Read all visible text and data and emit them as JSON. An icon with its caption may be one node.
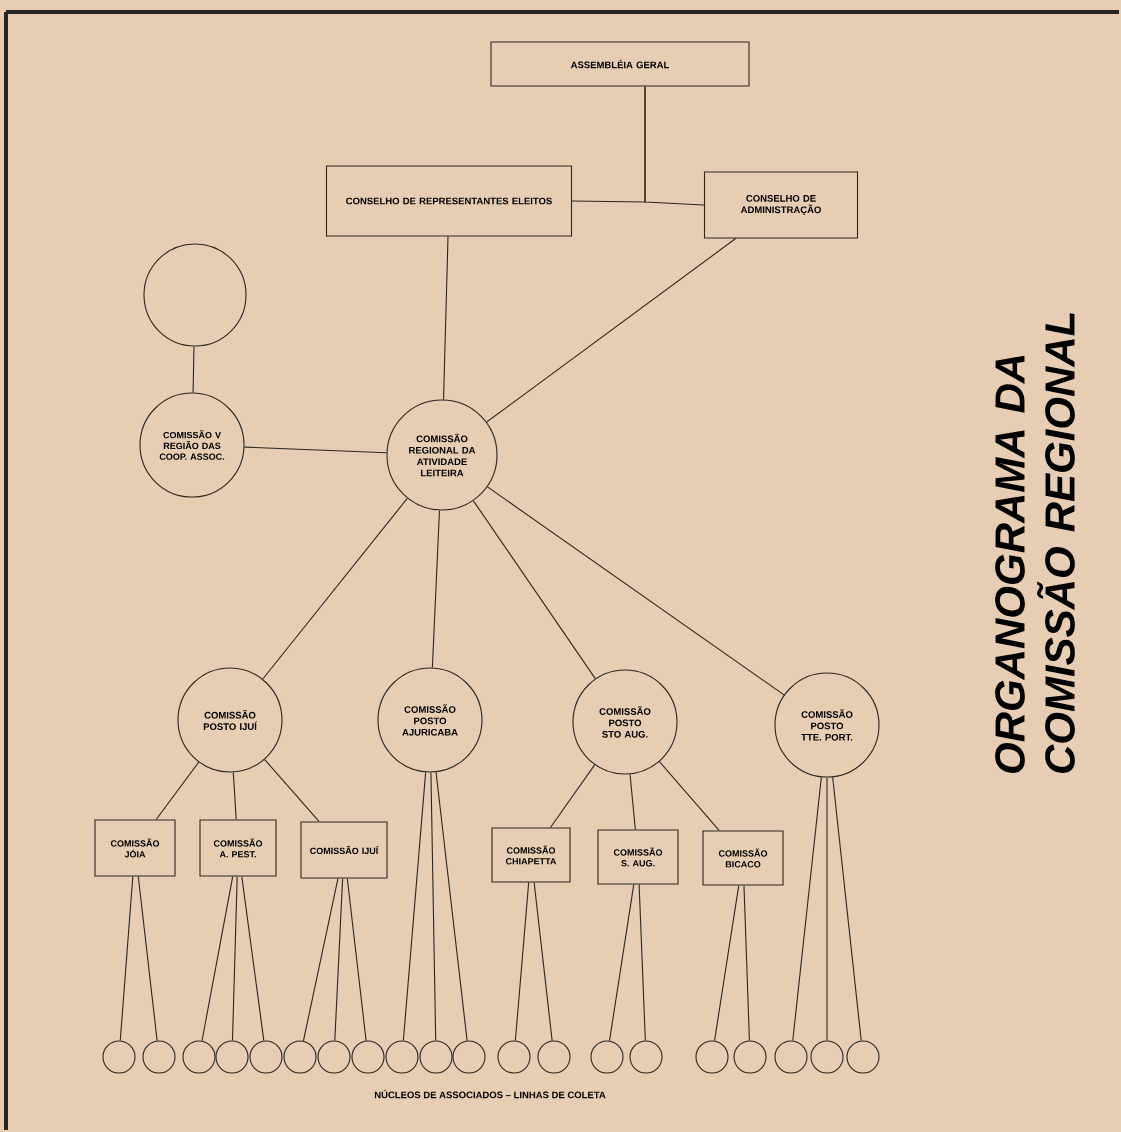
{
  "diagram": {
    "title": "ORGANOGRAMA DA COMISSÃO REGIONAL",
    "nodes": [
      {
        "text": [
          "ASSEMBLÉIA GERAL"
        ]
      },
      {
        "text": [
          "CONSELHO DE REPRESENTANTES ELEITOS"
        ]
      },
      {
        "text": [
          "CONSELHO DE ADMINISTRAÇÃO"
        ]
      },
      {
        "text": [],
        "shape": "circle"
      },
      {
        "text": [
          "COMISSÃO V REGIÃO DAS COOP. ASSOC."
        ]
      },
      {
        "text": [
          "COMISSÃO REGIONAL DA ATIVIDADE LEITEIRA"
        ]
      },
      {
        "text": [
          "COMISSÃO POSTO IJUÍ"
        ]
      },
      {
        "text": [
          "COMISSÃO POSTO AJURICABA"
        ]
      },
      {
        "text": [
          "COMISSÃO POSTO STO AUG."
        ]
      },
      {
        "text": [
          "COMISSÃO POSTO TTE. PORT."
        ]
      },
      {
        "text": [
          "COMISSÃO JÓIA"
        ]
      },
      {
        "text": [
          "COMISSÃO A. PEST."
        ]
      },
      {
        "text": [
          "COMISSÃO IJUÍ"
        ]
      },
      {
        "text": [
          "COMISSÃO CHIAPETTA"
        ]
      },
      {
        "text": [
          "COMISSÃO S. AUG."
        ]
      },
      {
        "text": [
          "COMISSÃO BICACO"
        ]
      },
      {
        "text": [],
        "shape": "circle"
      },
      {
        "text": [],
        "shape": "circle"
      },
      {
        "text": [],
        "shape": "circle"
      },
      {
        "text": [],
        "shape": "circle"
      },
      {
        "text": [],
        "shape": "circle"
      },
      {
        "text": [],
        "shape": "circle"
      },
      {
        "text": [],
        "shape": "circle"
      },
      {
        "text": [],
        "shape": "circle"
      },
      {
        "text": [],
        "shape": "circle"
      },
      {
        "text": [],
        "shape": "circle"
      },
      {
        "text": [],
        "shape": "circle"
      },
      {
        "text": [],
        "shape": "circle"
      },
      {
        "text": [],
        "shape": "circle"
      },
      {
        "text": [],
        "shape": "circle"
      },
      {
        "text": [],
        "shape": "circle"
      },
      {
        "text": [],
        "shape": "circle"
      },
      {
        "text": [],
        "shape": "circle"
      },
      {
        "text": [],
        "shape": "circle"
      },
      {
        "text": [],
        "shape": "circle"
      },
      {
        "text": [],
        "shape": "circle"
      }
    ],
    "edges": [
      {
        "from": 0,
        "to": 1,
        "arrow": "none"
      },
      {
        "from": 0,
        "to": 2,
        "arrow": "none"
      },
      {
        "from": 1,
        "to": 5,
        "arrow": "none"
      },
      {
        "from": 2,
        "to": 5,
        "arrow": "none"
      },
      {
        "from": 3,
        "to": 4,
        "arrow": "none"
      },
      {
        "from": 4,
        "to": 5,
        "arrow": "none"
      },
      {
        "from": 5,
        "to": 6,
        "arrow": "none"
      },
      {
        "from": 5,
        "to": 7,
        "arrow": "none"
      },
      {
        "from": 5,
        "to": 8,
        "arrow": "none"
      },
      {
        "from": 5,
        "to": 9,
        "arrow": "none"
      },
      {
        "from": 6,
        "to": 10,
        "arrow": "none"
      },
      {
        "from": 6,
        "to": 11,
        "arrow": "none"
      },
      {
        "from": 6,
        "to": 12,
        "arrow": "none"
      },
      {
        "from": 8,
        "to": 13,
        "arrow": "none"
      },
      {
        "from": 8,
        "to": 14,
        "arrow": "none"
      },
      {
        "from": 8,
        "to": 15,
        "arrow": "none"
      },
      {
        "from": 10,
        "to": 16,
        "arrow": "none"
      },
      {
        "from": 10,
        "to": 17,
        "arrow": "none"
      },
      {
        "from": 11,
        "to": 18,
        "arrow": "none"
      },
      {
        "from": 11,
        "to": 19,
        "arrow": "none"
      },
      {
        "from": 11,
        "to": 20,
        "arrow": "none"
      },
      {
        "from": 12,
        "to": 21,
        "arrow": "none"
      },
      {
        "from": 12,
        "to": 22,
        "arrow": "none"
      },
      {
        "from": 12,
        "to": 23,
        "arrow": "none"
      },
      {
        "from": 7,
        "to": 24,
        "arrow": "none"
      },
      {
        "from": 7,
        "to": 25,
        "arrow": "none"
      },
      {
        "from": 7,
        "to": 26,
        "arrow": "none"
      },
      {
        "from": 13,
        "to": 27,
        "arrow": "none"
      },
      {
        "from": 13,
        "to": 28,
        "arrow": "none"
      },
      {
        "from": 14,
        "to": 29,
        "arrow": "none"
      },
      {
        "from": 14,
        "to": 30,
        "arrow": "none"
      },
      {
        "from": 15,
        "to": 31,
        "arrow": "none"
      },
      {
        "from": 15,
        "to": 32,
        "arrow": "none"
      },
      {
        "from": 9,
        "to": 33,
        "arrow": "none"
      },
      {
        "from": 9,
        "to": 34,
        "arrow": "none"
      },
      {
        "from": 9,
        "to": 35,
        "arrow": "none"
      }
    ],
    "labels": [
      "NÚCLEOS DE ASSOCIADOS – LINHAS DE COLETA"
    ]
  }
}
